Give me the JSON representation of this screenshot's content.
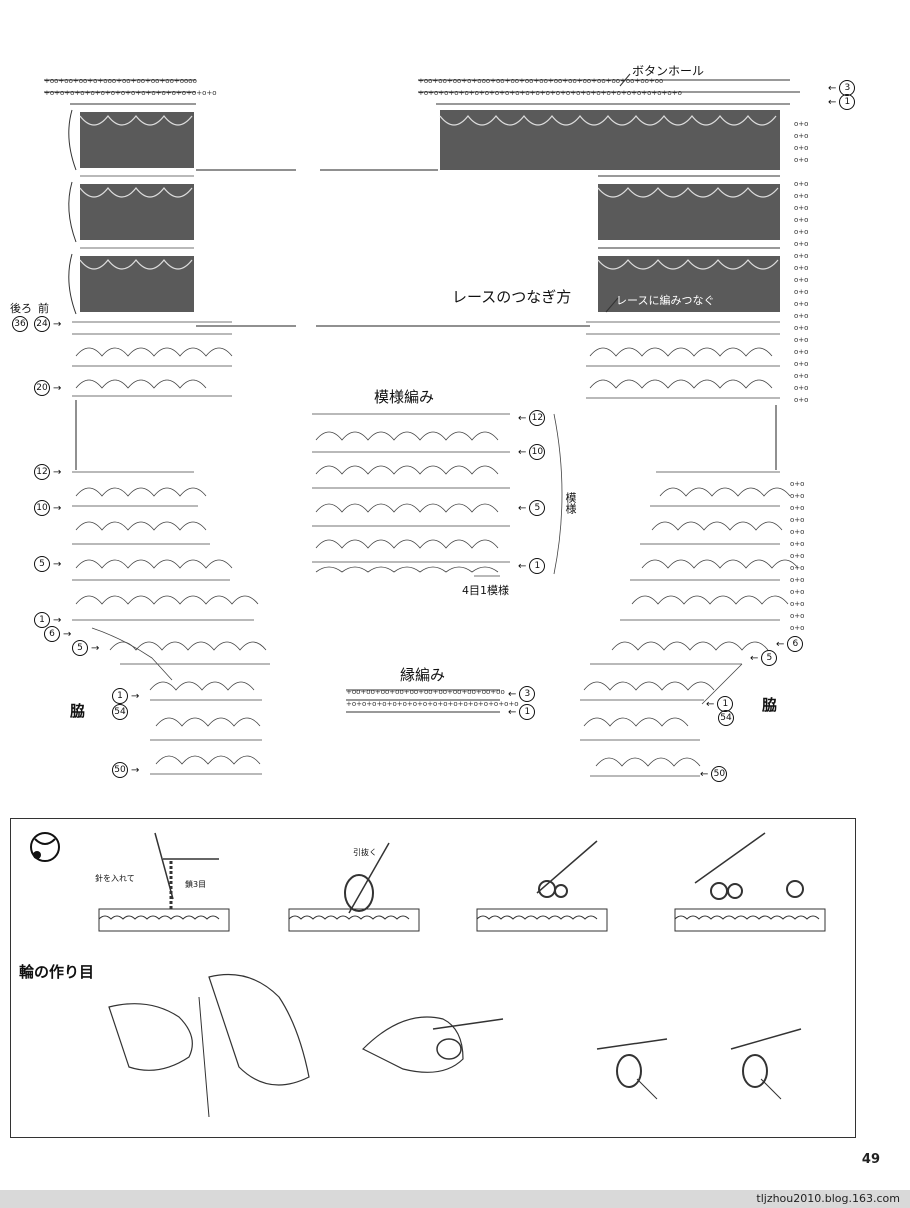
{
  "labels": {
    "buttonhole": "ボタンホール",
    "lace_join": "レースのつなぎ方",
    "join_to_lace": "レースに編みつなぐ",
    "pattern_stitch": "模様編み",
    "border_stitch": "縁編み",
    "four_stitch_repeat": "4目1模様",
    "pattern_repeat_vertical": "模様",
    "side_left": "脇",
    "side_right": "脇",
    "back": "後ろ",
    "front": "前",
    "ring_start": "輪の作り目",
    "insert_needle": "針を入れて",
    "chain3": "鎖3目",
    "pull_through": "引抜く"
  },
  "row_numbers": {
    "left_back_top": "36",
    "left_front_top": "24",
    "left_20": "20",
    "left_12": "12",
    "left_10": "10",
    "left_5": "5",
    "left_1": "1",
    "left_6": "6",
    "left_5b": "5",
    "left_1b": "1",
    "left_54": "54",
    "left_50": "50",
    "right_3": "3",
    "right_1": "1",
    "pattern_12": "12",
    "pattern_10": "10",
    "pattern_5": "5",
    "pattern_1": "1",
    "border_3": "3",
    "border_1": "1",
    "right_6": "6",
    "right_5": "5",
    "right_1b": "1",
    "right_54": "54",
    "right_50": "50"
  },
  "page_number": "49",
  "footer_url": "tljzhou2010.blog.163.com"
}
